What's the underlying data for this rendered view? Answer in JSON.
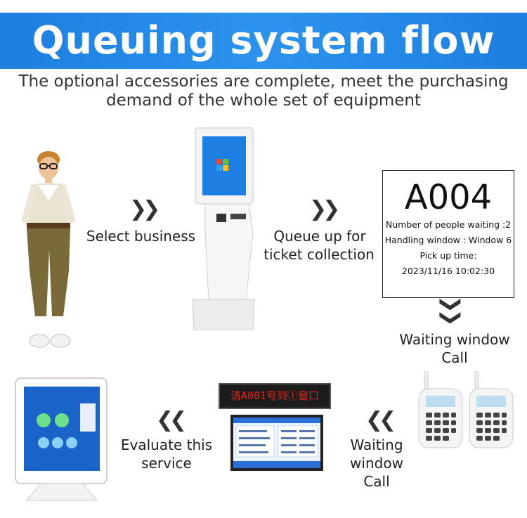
{
  "header": {
    "title": "Queuing system flow",
    "subtitle": "The optional accessories are complete, meet the purchasing demand of the whole set of equipment"
  },
  "steps": {
    "select": "Select business",
    "queue_line1": "Queue up for",
    "queue_line2": "ticket collection",
    "waiting_call_line1": "Waiting window",
    "waiting_call_line2": "Call",
    "waiting_window_line1": "Waiting",
    "waiting_window_line2": "window",
    "waiting_window_line3": "Call",
    "evaluate_line1": "Evaluate this",
    "evaluate_line2": "service"
  },
  "ticket": {
    "number": "A004",
    "people_waiting": "Number of people waiting :2",
    "handling_window": "Handling window : Window 6",
    "pickup_label": "Pick up time:",
    "pickup_time": "2023/11/16 10:02:30"
  },
  "led_display": {
    "text": "请A001号到①窗口"
  },
  "colors": {
    "banner": "#1d7fe0",
    "led_text": "#e0261a"
  }
}
